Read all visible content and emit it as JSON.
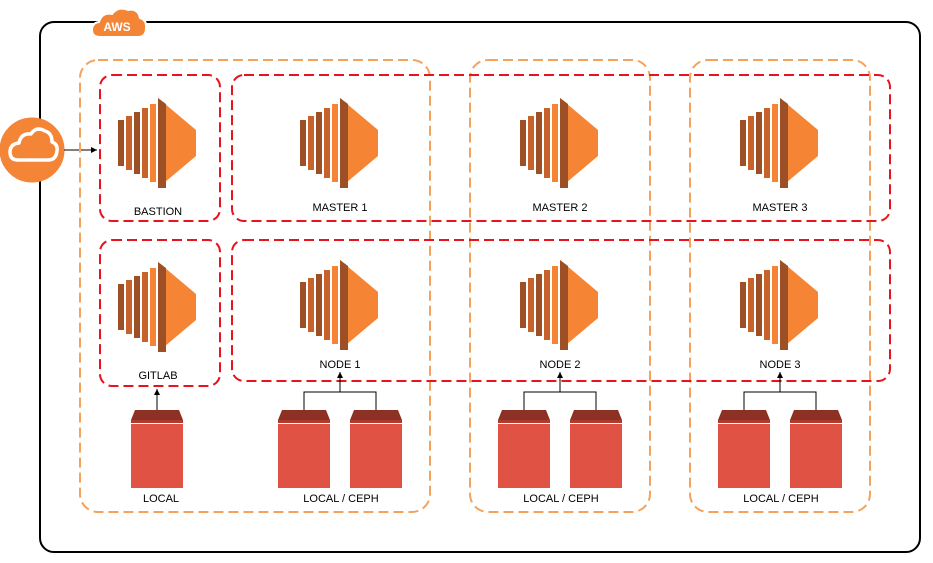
{
  "cloud": {
    "label": "AWS",
    "icon": "aws-cloud-badge-icon"
  },
  "colors": {
    "ec2_main": "#F58534",
    "ec2_dark": "#9D5025",
    "ec2_mid": "#C8622B",
    "storage": "#E05243",
    "storage_top": "#8C3123",
    "zone_border": "#F5A35C",
    "group_border": "#E8131D",
    "cloud_border": "#000000",
    "internet_icon": "#F58536"
  },
  "instances": {
    "bastion": "BASTION",
    "master1": "MASTER 1",
    "master2": "MASTER 2",
    "master3": "MASTER 3",
    "gitlab": "GITLAB",
    "node1": "NODE 1",
    "node2": "NODE 2",
    "node3": "NODE 3"
  },
  "storage": {
    "local": "LOCAL",
    "ceph1": "LOCAL / CEPH",
    "ceph2": "LOCAL / CEPH",
    "ceph3": "LOCAL / CEPH"
  },
  "icons": {
    "internet": "internet-cloud-icon",
    "instance": "ec2-instance-icon",
    "volume": "ebs-volume-icon"
  }
}
